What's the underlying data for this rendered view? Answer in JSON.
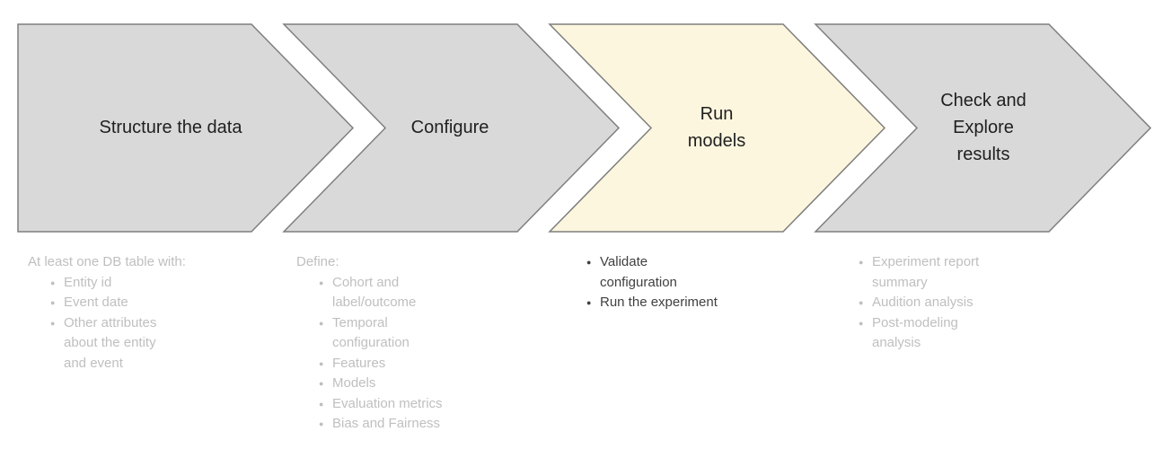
{
  "colors": {
    "stage_fill": "#d9d9d9",
    "stage_active_fill": "#fdf6de",
    "stage_border": "#7f7f7f",
    "muted_text": "#bfbfbf",
    "dark_text": "#404040",
    "stage_label_text": "#1f1f1f"
  },
  "stages": [
    {
      "label": "Structure the data",
      "fill": "#d9d9d9",
      "active": false
    },
    {
      "label": "Configure",
      "fill": "#d9d9d9",
      "active": false
    },
    {
      "label": "Run models",
      "fill": "#fdf6de",
      "active": true
    },
    {
      "label": "Check and Explore results",
      "fill": "#d9d9d9",
      "active": false
    }
  ],
  "details": [
    {
      "header": "At least one DB table with:",
      "items": [
        "Entity id",
        "Event date",
        "Other attributes about the entity and event"
      ]
    },
    {
      "header": "Define:",
      "items": [
        "Cohort and label/outcome",
        "Temporal configuration",
        "Features",
        "Models",
        "Evaluation metrics",
        "Bias and Fairness"
      ]
    },
    {
      "header": "",
      "items": [
        "Validate configuration",
        "Run the experiment"
      ]
    },
    {
      "header": "",
      "items": [
        "Experiment report summary",
        "Audition analysis",
        "Post-modeling analysis"
      ]
    }
  ]
}
